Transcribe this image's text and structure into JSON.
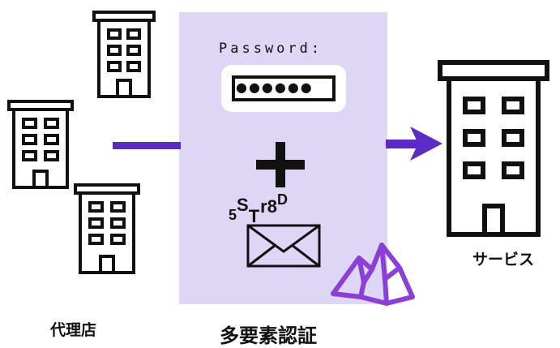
{
  "colors": {
    "panel": "#ddd6f5",
    "arrow": "#5b2bc6",
    "logo": "#8a3fd6",
    "ink": "#111111"
  },
  "agencies": {
    "label": "代理店",
    "icon": "building-icon",
    "count": 3
  },
  "mfa": {
    "password_label": "Password:",
    "password_mask": "●●●●●●",
    "plus_icon": "plus-icon",
    "code_chars": [
      "5",
      "S",
      "T",
      "r",
      "8",
      "D"
    ],
    "mail_icon": "envelope-icon",
    "logo_icon": "mountain-logo-icon",
    "label": "多要素認証"
  },
  "service": {
    "label": "サービス",
    "icon": "building-icon"
  }
}
